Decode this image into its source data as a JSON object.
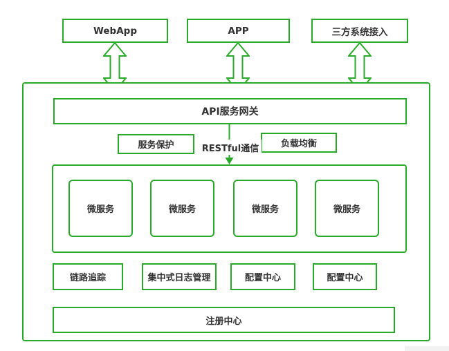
{
  "accent_color": "#28aa28",
  "text_color": "#333333",
  "diagram": {
    "top_nodes": [
      {
        "label": "WebApp"
      },
      {
        "label": "APP"
      },
      {
        "label": "三方系统接入"
      }
    ],
    "gateway": {
      "label": "API服务网关"
    },
    "middle_row": {
      "service_protection": "服务保护",
      "communication_label": "RESTful通信",
      "load_balance": "负载均衡"
    },
    "microservices": {
      "items": [
        {
          "label": "微服务"
        },
        {
          "label": "微服务"
        },
        {
          "label": "微服务"
        },
        {
          "label": "微服务"
        }
      ]
    },
    "support_nodes": [
      {
        "label": "链路追踪"
      },
      {
        "label": "集中式日志管理"
      },
      {
        "label": "配置中心"
      },
      {
        "label": "配置中心"
      }
    ],
    "registry": {
      "label": "注册中心"
    }
  }
}
